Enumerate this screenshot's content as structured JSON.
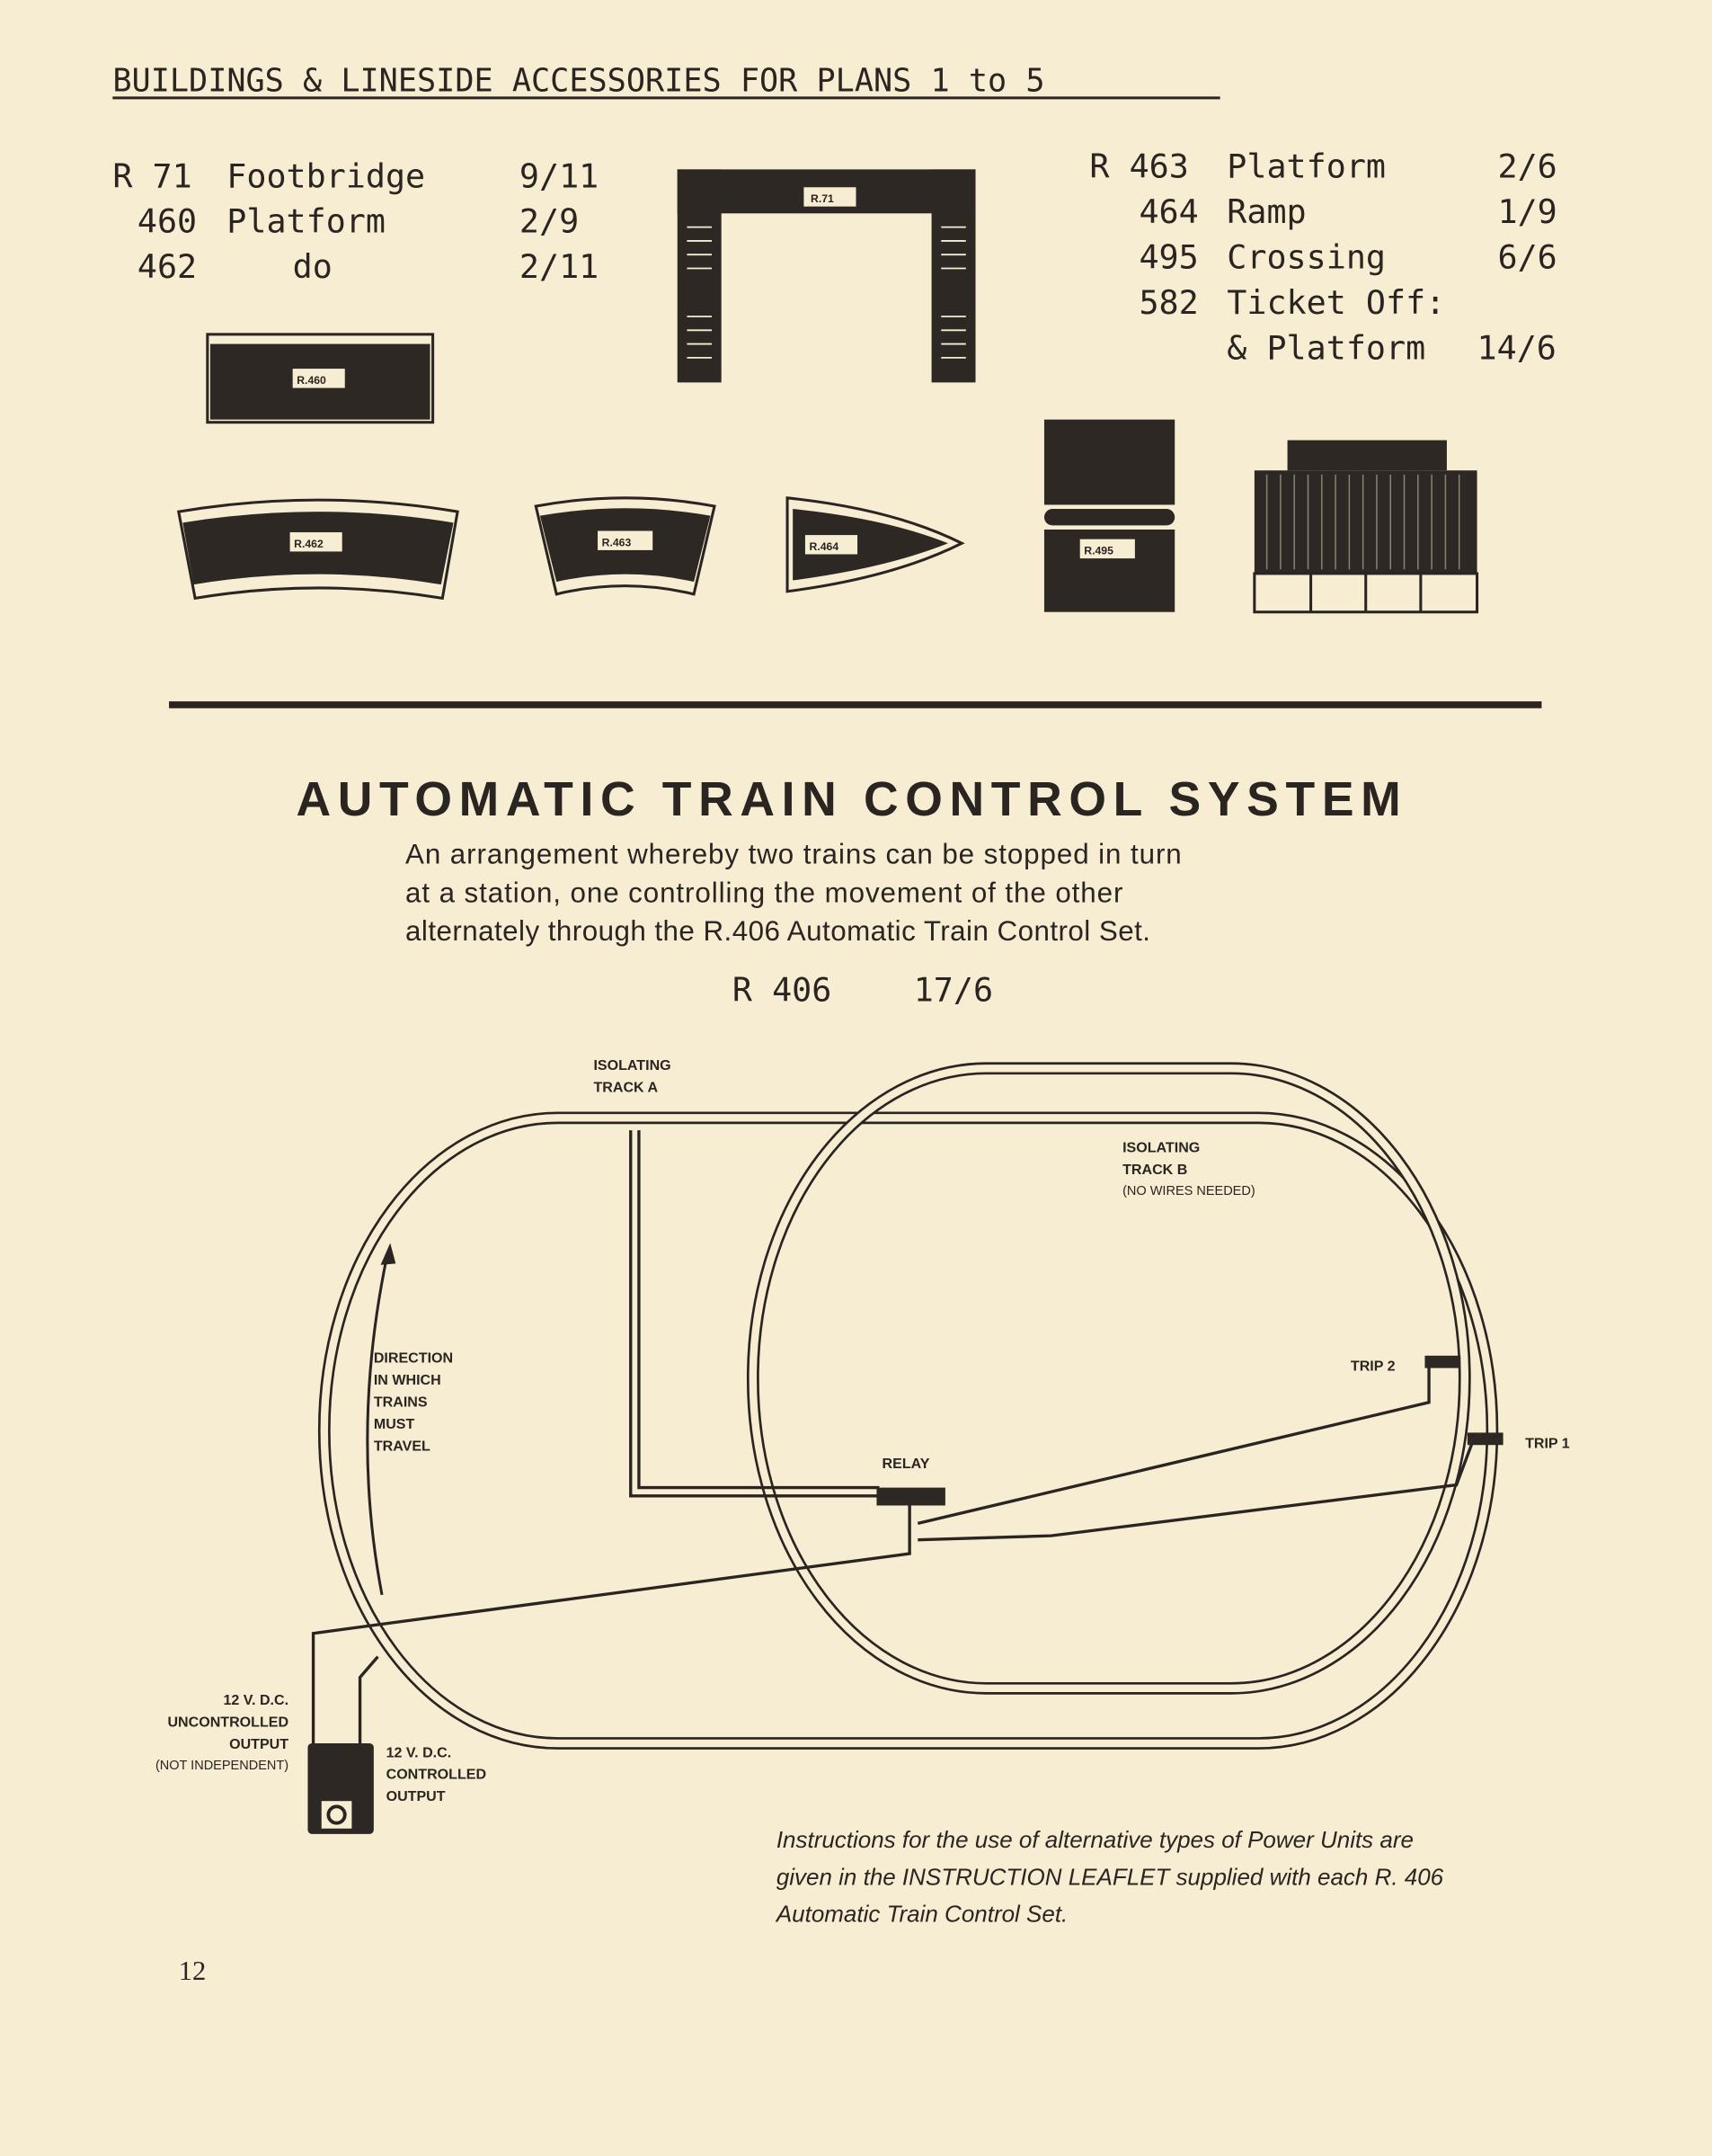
{
  "accessories": {
    "title": "BUILDINGS & LINESIDE ACCESSORIES FOR PLANS 1 to 5",
    "left_items": [
      {
        "code": "R 71",
        "name": "Footbridge",
        "price": "9/11"
      },
      {
        "code": "460",
        "name": "Platform",
        "price": "2/9"
      },
      {
        "code": "462",
        "name": "do",
        "price": "2/11"
      }
    ],
    "right_items": [
      {
        "code": "R 463",
        "name": "Platform",
        "price": "2/6"
      },
      {
        "code": "464",
        "name": "Ramp",
        "price": "1/9"
      },
      {
        "code": "495",
        "name": "Crossing",
        "price": "6/6"
      },
      {
        "code": "582",
        "name": "Ticket Off:",
        "price": ""
      },
      {
        "code": "",
        "name": "& Platform",
        "price": "14/6"
      }
    ],
    "drawing_tags": {
      "footbridge": "R.71",
      "platform_460": "R.460",
      "platform_462": "R.462",
      "platform_463": "R.463",
      "ramp_464": "R.464",
      "crossing_495": "R.495"
    }
  },
  "atc": {
    "heading": "AUTOMATIC TRAIN CONTROL SYSTEM",
    "description_lines": [
      "An arrangement whereby two trains can be stopped in turn",
      "at a station, one controlling the movement of the other",
      "alternately through the R.406 Automatic Train Control Set."
    ],
    "product_code": "R 406",
    "product_price": "17/6"
  },
  "diagram": {
    "isolating_a": [
      "ISOLATING",
      "TRACK A"
    ],
    "isolating_b": [
      "ISOLATING",
      "TRACK B",
      "(NO WIRES NEEDED)"
    ],
    "direction": [
      "DIRECTION",
      "IN WHICH",
      "TRAINS",
      "MUST",
      "TRAVEL"
    ],
    "relay": "RELAY",
    "trip2": "TRIP 2",
    "trip1": "TRIP 1",
    "uncontrolled": [
      "12 V. D.C.",
      "UNCONTROLLED",
      "OUTPUT",
      "(NOT INDEPENDENT)"
    ],
    "controlled": [
      "12 V. D.C.",
      "CONTROLLED",
      "OUTPUT"
    ]
  },
  "note_lines": [
    "Instructions for the use of alternative types of Power Units are",
    "given in the INSTRUCTION LEAFLET supplied with each R. 406",
    "Automatic Train Control Set."
  ],
  "page_number": "12"
}
